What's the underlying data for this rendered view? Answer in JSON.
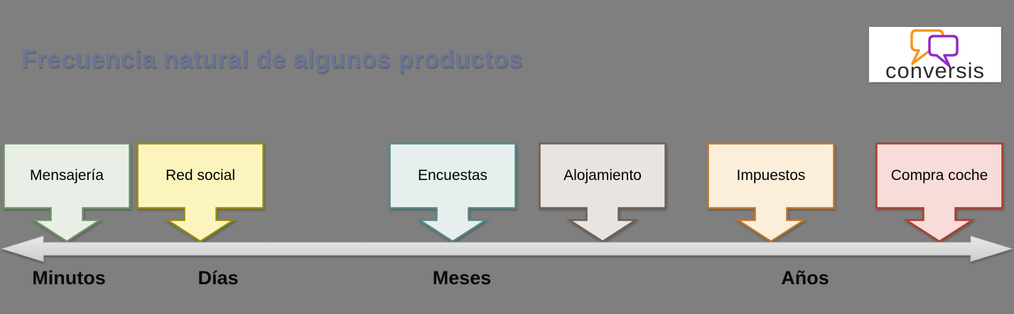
{
  "title": "Frecuencia natural de algunos productos",
  "logo": {
    "text": "conversis"
  },
  "callouts": [
    {
      "label": "Mensajería",
      "fill": "#e9efe7",
      "stroke": "#6e9668"
    },
    {
      "label": "Red social",
      "fill": "#fbf5bd",
      "stroke": "#9a8909"
    },
    {
      "label": "Encuestas",
      "fill": "#e6efee",
      "stroke": "#558a8c"
    },
    {
      "label": "Alojamiento",
      "fill": "#eae4e1",
      "stroke": "#6e6157"
    },
    {
      "label": "Impuestos",
      "fill": "#fbeedb",
      "stroke": "#c0762c"
    },
    {
      "label": "Compra coche",
      "fill": "#f8dcd9",
      "stroke": "#b03d2d"
    }
  ],
  "timeline": {
    "labels": [
      "Minutos",
      "Días",
      "Meses",
      "Años"
    ]
  },
  "mapping": [
    {
      "product": "Mensajería",
      "frequency": "Minutos"
    },
    {
      "product": "Red social",
      "frequency": "Días"
    },
    {
      "product": "Encuestas",
      "frequency": "Meses"
    },
    {
      "product": "Alojamiento",
      "frequency": "Meses"
    },
    {
      "product": "Impuestos",
      "frequency": "Años"
    },
    {
      "product": "Compra coche",
      "frequency": "Años"
    }
  ],
  "colors": {
    "background": "#7f7f7f",
    "title-color": "#6b7494",
    "timeline-fill": "#d9d9d9",
    "timeline-edge": "#bfbfbf",
    "axis-label-color": "#0a0a0a",
    "logo-orange": "#f7941d",
    "logo-purple": "#8e2cc4",
    "logo-text-color": "#2b2b2b"
  }
}
